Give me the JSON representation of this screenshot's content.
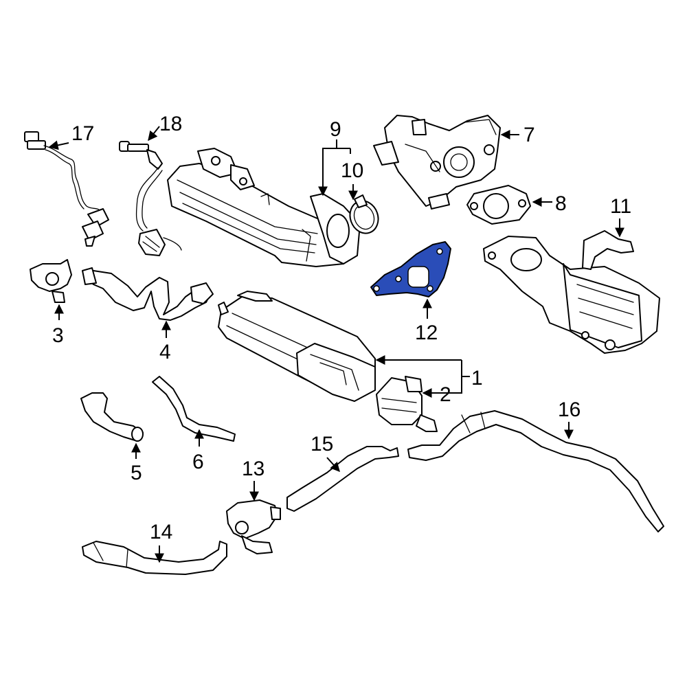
{
  "colors": {
    "line": "#000000",
    "background": "#ffffff",
    "highlight": "#2a4db8"
  },
  "highlighted_part": "12",
  "callouts": {
    "c1": "1",
    "c2": "2",
    "c3": "3",
    "c4": "4",
    "c5": "5",
    "c6": "6",
    "c7": "7",
    "c8": "8",
    "c9": "9",
    "c10": "10",
    "c11": "11",
    "c12": "12",
    "c13": "13",
    "c14": "14",
    "c15": "15",
    "c16": "16",
    "c17": "17",
    "c18": "18"
  }
}
